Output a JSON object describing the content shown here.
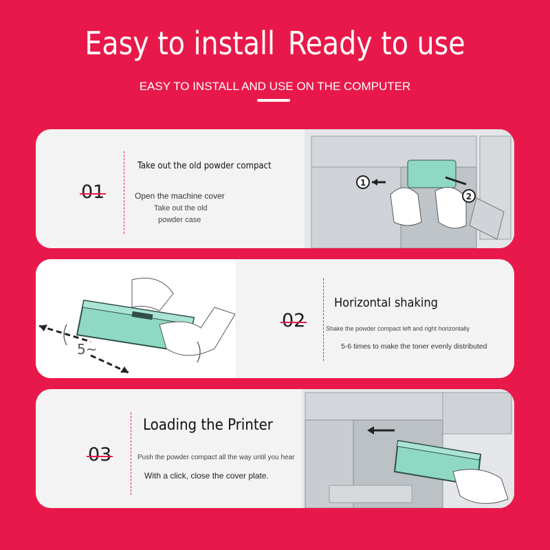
{
  "header": {
    "title_part1": "Easy to install",
    "title_part2": "Ready to use",
    "subtitle": "EASY TO INSTALL AND USE ON THE COMPUTER"
  },
  "steps": [
    {
      "number": "01",
      "heading": "Take out the old powder compact",
      "line1": "Open the machine cover",
      "line2": "Take out the old",
      "line3": "powder case",
      "image_icon": "printer-remove-cartridge-illustration",
      "callout1": "1",
      "callout2": "2"
    },
    {
      "number": "02",
      "heading": "Horizontal shaking",
      "line1": "Shake the powder compact left and right horizontally",
      "line2": "5-6 times to make the toner evenly distributed",
      "image_icon": "cartridge-shaking-illustration",
      "shake_label": "5~"
    },
    {
      "number": "03",
      "heading": "Loading the Printer",
      "line1": "Push the powder compact all the way until you hear",
      "line2": "With a click, close the cover plate.",
      "image_icon": "printer-insert-cartridge-illustration"
    }
  ],
  "colors": {
    "background": "#e8194a",
    "card": "#f3f3f4",
    "accent": "#e8194a",
    "cartridge": "#8fd8c4"
  }
}
